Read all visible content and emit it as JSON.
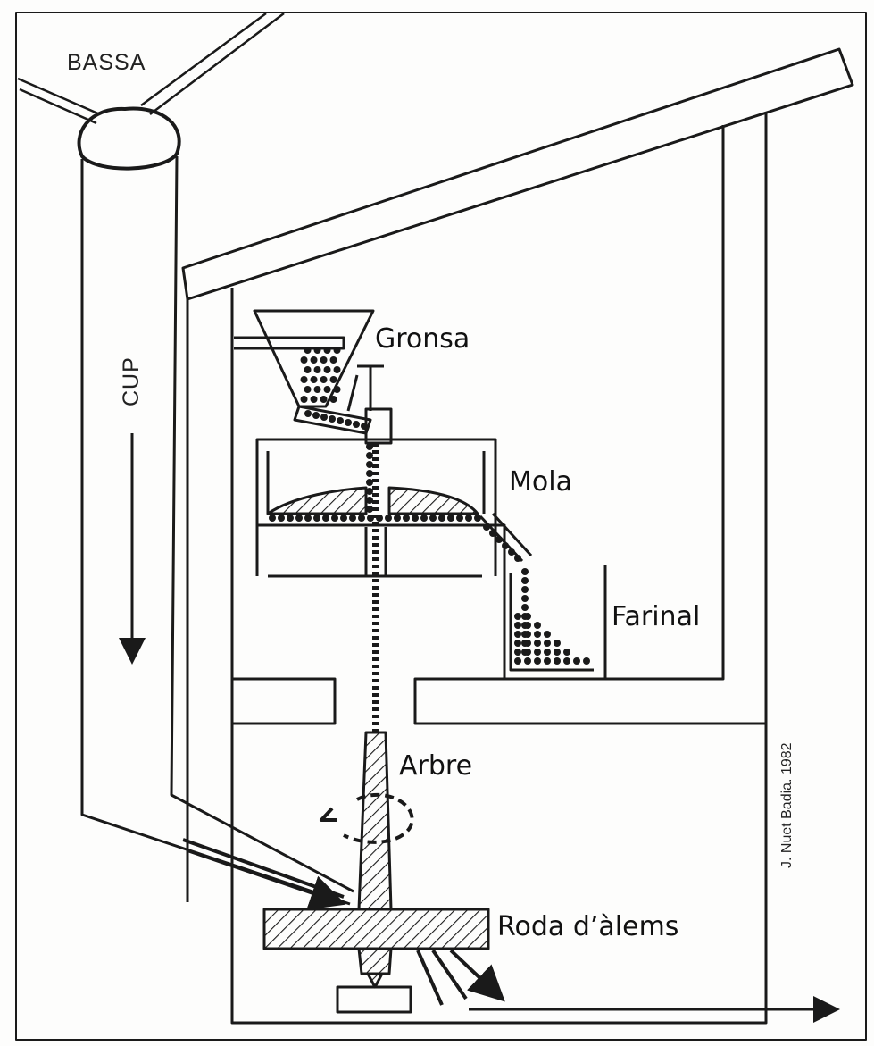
{
  "labels": {
    "bassa": "BASSA",
    "cup": "CUP",
    "gronsa": "Gronsa",
    "mola": "Mola",
    "farinal": "Farinal",
    "arbre": "Arbre",
    "roda": "Roda d’àlems"
  },
  "signature": "J. Nuet Badia. 1982",
  "colors": {
    "ink": "#1a1a1a",
    "paper": "#fdfdfc"
  }
}
